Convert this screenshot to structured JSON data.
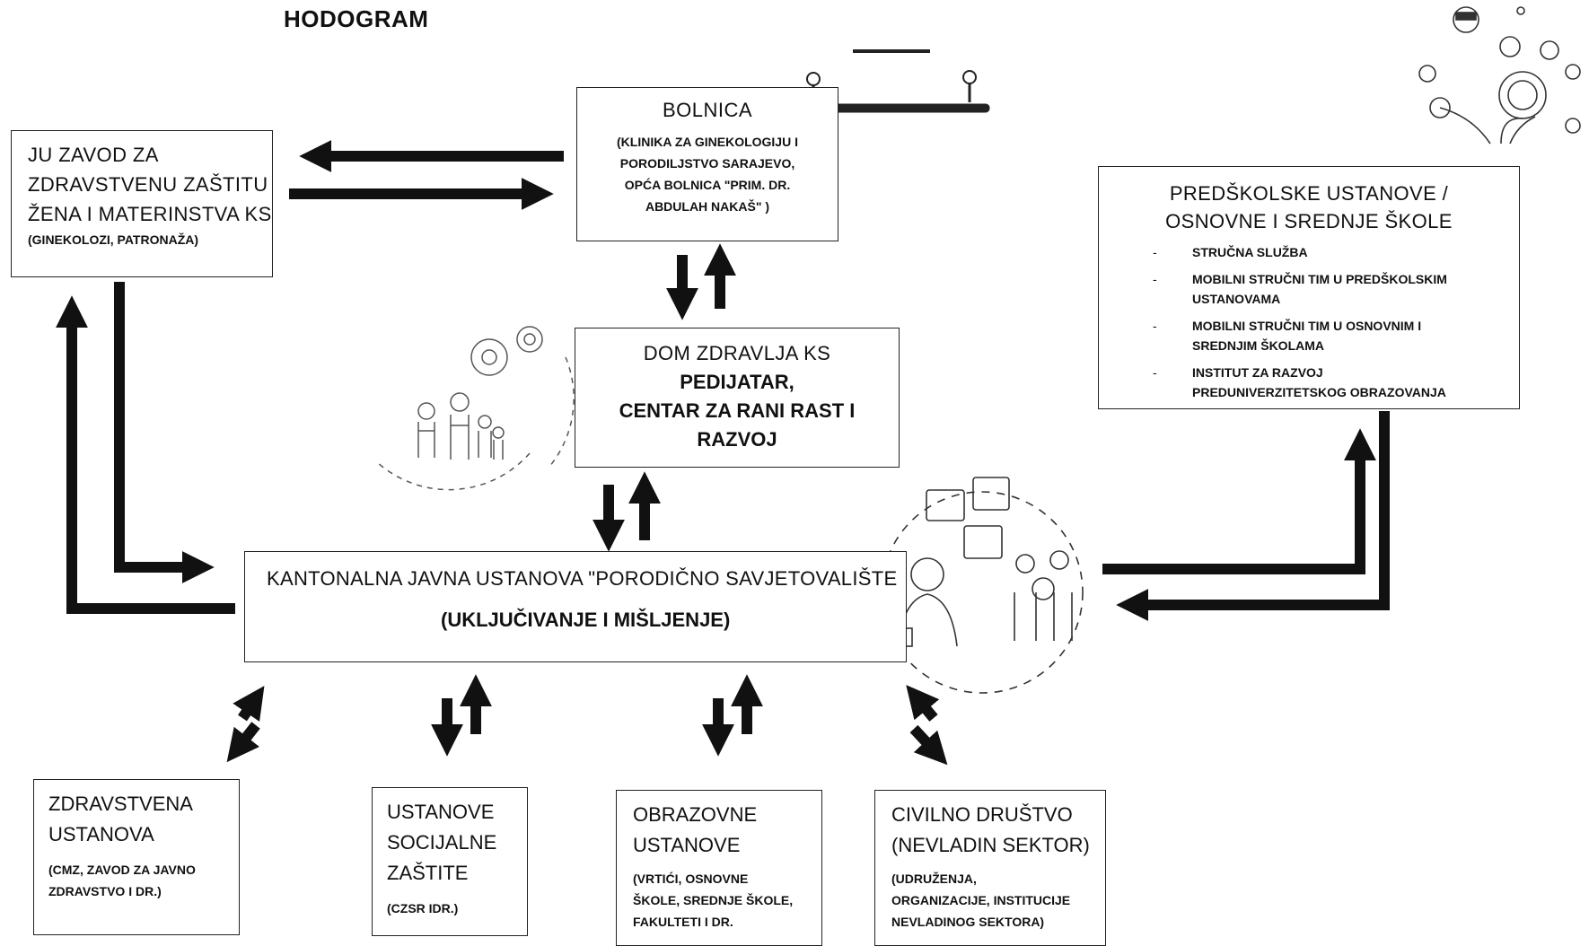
{
  "title": "HODOGRAM",
  "zavod": {
    "line1": "JU ZAVOD ZA",
    "line2": "ZDRAVSTVENU ZAŠTITU",
    "line3": "ŽENA I MATERINSTVA KS",
    "note": "(GINEKOLOZI, PATRONAŽA)"
  },
  "bolnica": {
    "title": "BOLNICA",
    "note1": "(KLINIKA ZA GINEKOLOGIJU I",
    "note2": "PORODILJSTVO SARAJEVO,",
    "note3": "OPĆA BOLNICA \"PRIM. DR.",
    "note4": "ABDULAH NAKAŠ\" )"
  },
  "dom": {
    "title": "DOM ZDRAVLJA KS",
    "line1": "PEDIJATAR,",
    "line2": "CENTAR ZA RANI RAST I",
    "line3": "RAZVOJ"
  },
  "predskolske": {
    "title1": "PREDŠKOLSKE USTANOVE /",
    "title2": "OSNOVNE I SREDNJE ŠKOLE",
    "items": [
      {
        "line1": "STRUČNA SLUŽBA",
        "line2": ""
      },
      {
        "line1": "MOBILNI STRUČNI TIM U PREDŠKOLSKIM",
        "line2": "USTANOVAMA"
      },
      {
        "line1": "MOBILNI STRUČNI TIM U OSNOVNIM I",
        "line2": "SREDNJIM ŠKOLAMA"
      },
      {
        "line1": "INSTITUT ZA RAZVOJ",
        "line2": "PREDUNIVERZITETSKOG OBRAZOVANJA"
      }
    ]
  },
  "kantonalna": {
    "title": "KANTONALNA JAVNA USTANOVA \"PORODIČNO SAVJETOVALIŠTE",
    "subtitle": "(UKLJUČIVANJE I MIŠLJENJE)"
  },
  "zdravstvena": {
    "line1": "ZDRAVSTVENA",
    "line2": "USTANOVA",
    "note1": "(CMZ, ZAVOD ZA JAVNO",
    "note2": "ZDRAVSTVO I DR.)"
  },
  "socijalne": {
    "line1": "USTANOVE",
    "line2": "SOCIJALNE",
    "line3": "ZAŠTITE",
    "note": "(CZSR IDR.)"
  },
  "obrazovne": {
    "line1": "OBRAZOVNE",
    "line2": "USTANOVE",
    "note1": "(VRTIĆI, OSNOVNE",
    "note2": "ŠKOLE, SREDNJE ŠKOLE,",
    "note3": "FAKULTETI I DR."
  },
  "civilno": {
    "line1": "CIVILNO DRUŠTVO",
    "line2": "(NEVLADIN SEKTOR)",
    "note1": "(UDRUŽENJA,",
    "note2": "ORGANIZACIJE, INSTITUCIJE",
    "note3": "NEVLADINOG SEKTORA)"
  },
  "colors": {
    "arrow": "#111111",
    "border": "#222222",
    "illustration": "#444444"
  }
}
